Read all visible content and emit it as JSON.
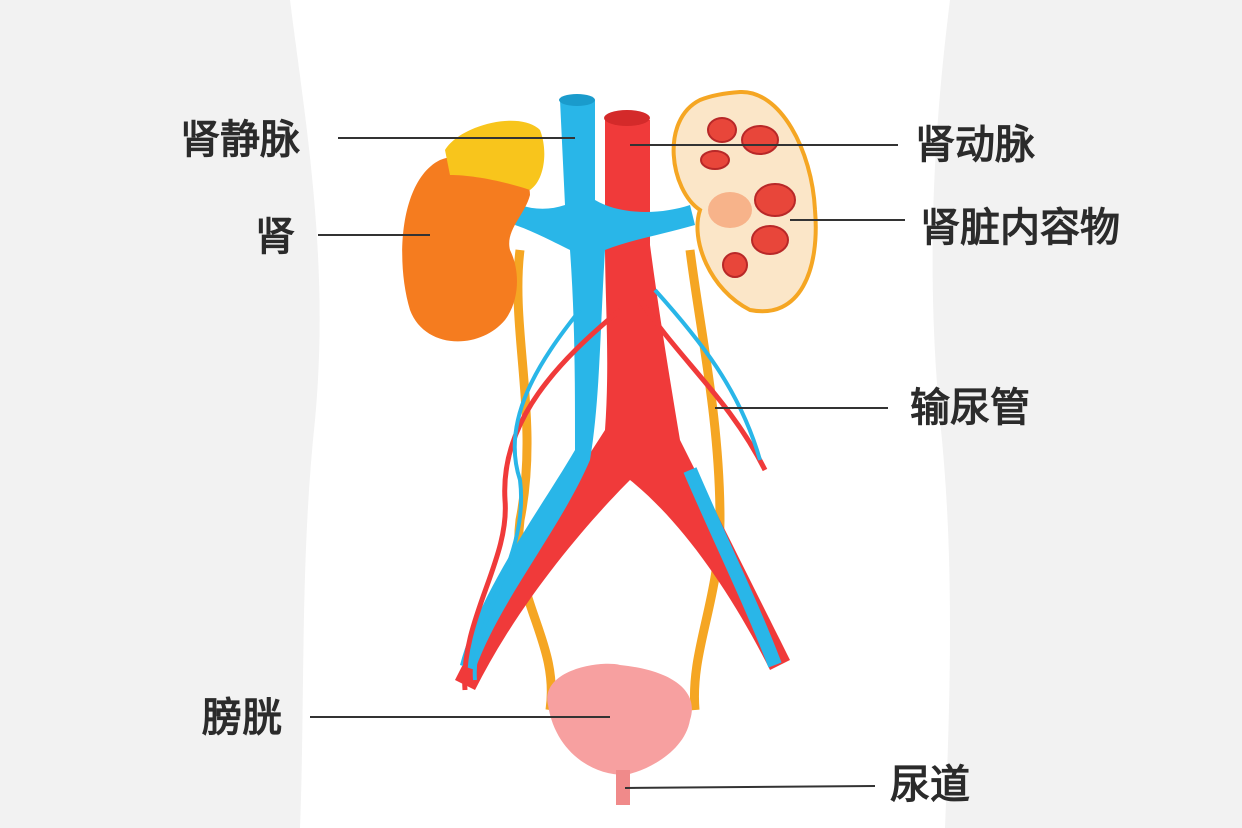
{
  "labels": {
    "renal_vein": "肾静脉",
    "renal_artery": "肾动脉",
    "kidney": "肾",
    "kidney_contents": "肾脏内容物",
    "ureter": "输尿管",
    "bladder": "膀胱",
    "urethra": "尿道"
  },
  "colors": {
    "background": "#f2f2f2",
    "body": "#ffffff",
    "vein": "#29b6e8",
    "artery": "#f03a3a",
    "kidney": "#f57c1f",
    "adrenal": "#f8c51c",
    "ureter": "#f5a623",
    "bladder": "#f7a0a0",
    "text": "#2b2b2b"
  }
}
